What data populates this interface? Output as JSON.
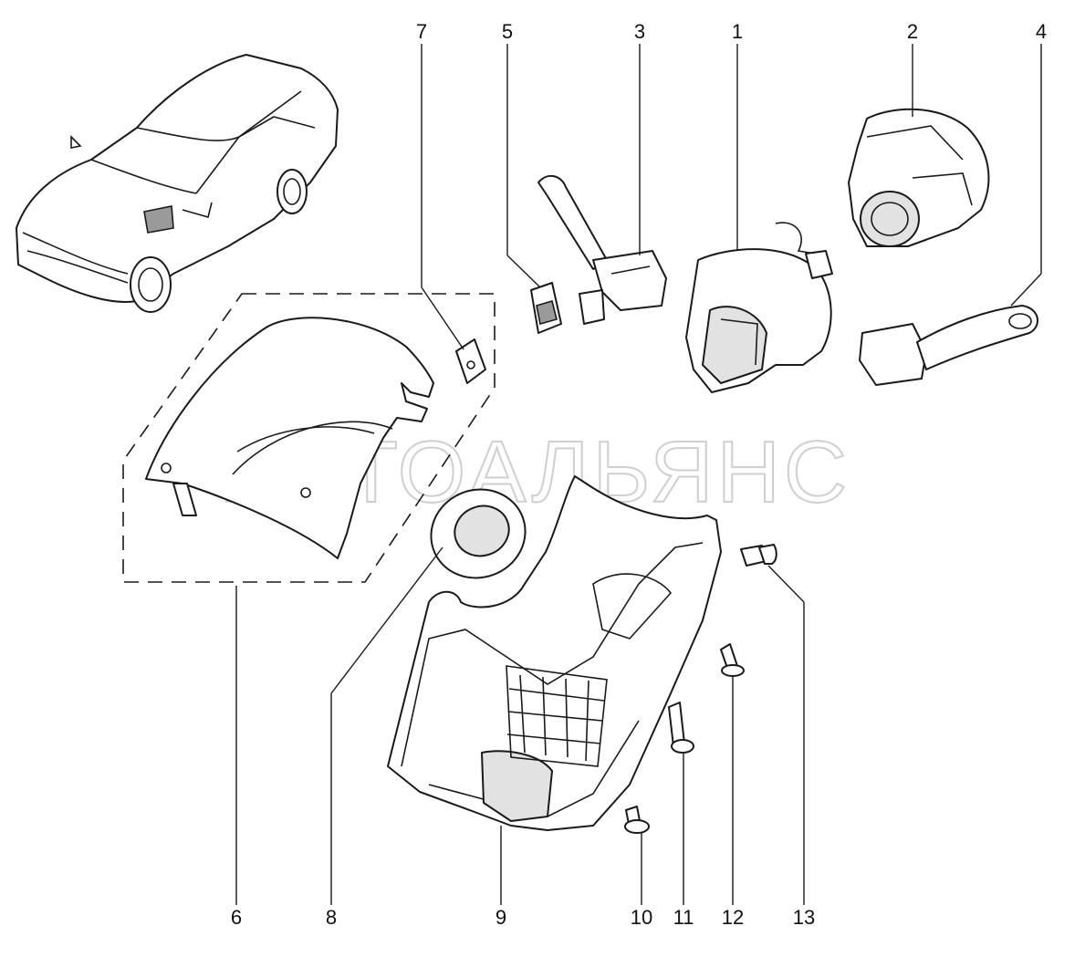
{
  "watermark": "АВТОАЛЬЯНС",
  "callouts": {
    "c1": "1",
    "c2": "2",
    "c3": "3",
    "c4": "4",
    "c5": "5",
    "c6": "6",
    "c7": "7",
    "c8": "8",
    "c9": "9",
    "c10": "10",
    "c11": "11",
    "c12": "12",
    "c13": "13"
  }
}
